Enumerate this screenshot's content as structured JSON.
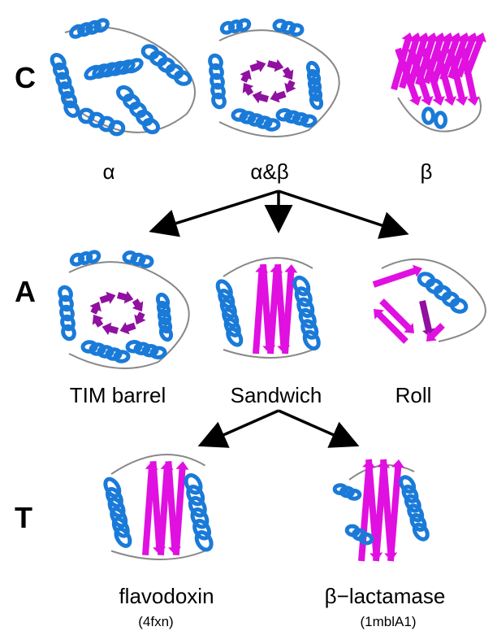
{
  "levels": {
    "class": "C",
    "architecture": "A",
    "topology": "T"
  },
  "class_row": [
    {
      "label": "α"
    },
    {
      "label": "α&β"
    },
    {
      "label": "β"
    }
  ],
  "architecture_row": [
    {
      "label": "TIM barrel"
    },
    {
      "label": "Sandwich"
    },
    {
      "label": "Roll"
    }
  ],
  "topology_row": [
    {
      "label": "flavodoxin",
      "code": "(4fxn)"
    },
    {
      "label": "β−lactamase",
      "code": "(1mblA1)"
    }
  ],
  "colors": {
    "helix": "#1a7ad8",
    "strand": "#e010e0",
    "strand_dark": "#9010a0",
    "coil": "#888888"
  }
}
